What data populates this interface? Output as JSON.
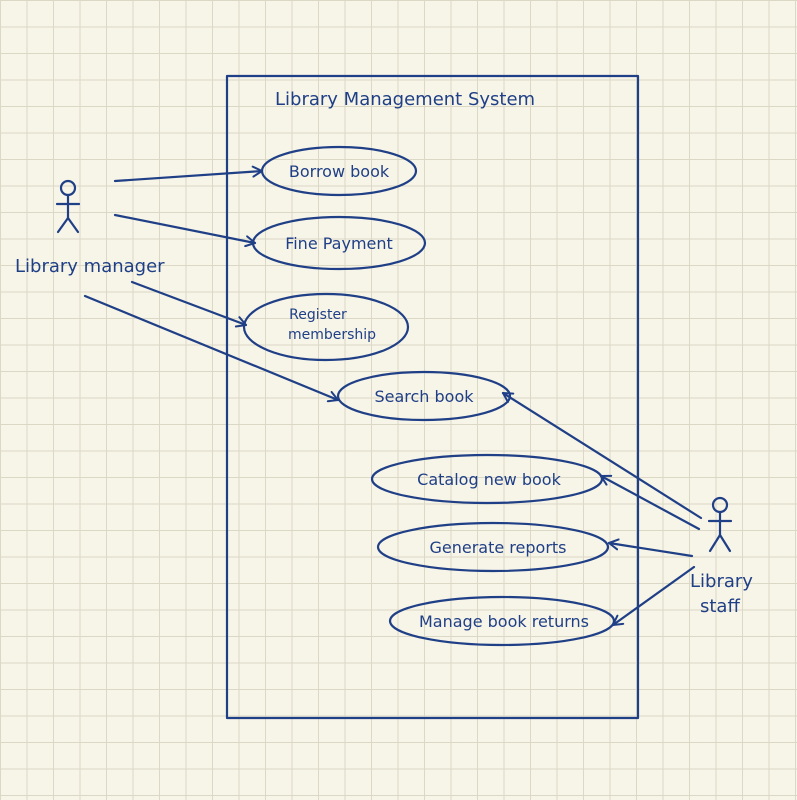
{
  "system": {
    "title": "Library Management System"
  },
  "actors": {
    "manager": {
      "label": "Library manager"
    },
    "staff": {
      "line1": "Library",
      "line2": "staff"
    }
  },
  "use_cases": {
    "borrow": "Borrow book",
    "fine": "Fine Payment",
    "register_1": "Register",
    "register_2": "membership",
    "search": "Search book",
    "catalog": "Catalog new book",
    "reports": "Generate reports",
    "returns": "Manage book returns"
  },
  "colors": {
    "ink": "#1f3f86",
    "paper": "#f7f4e8",
    "grid": "#dcd8c6"
  }
}
